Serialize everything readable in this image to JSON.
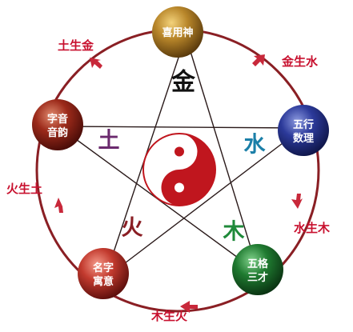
{
  "colors": {
    "ring": "#8a1f24",
    "arrow": "#c8283a",
    "relation_text": "#c8102e",
    "star_lines": "#2a1a1a"
  },
  "nodes": {
    "top": {
      "line1": "喜用神",
      "line2": ""
    },
    "right": {
      "line1": "五行",
      "line2": "数理"
    },
    "bottom_right": {
      "line1": "五格",
      "line2": "三才"
    },
    "bottom_left": {
      "line1": "名字",
      "line2": "寓意"
    },
    "left": {
      "line1": "字音",
      "line2": "音韵"
    }
  },
  "elements": {
    "metal": {
      "char": "金",
      "color": "#111111"
    },
    "water": {
      "char": "水",
      "color": "#1b7fa8"
    },
    "wood": {
      "char": "木",
      "color": "#1f8a3a"
    },
    "fire": {
      "char": "火",
      "color": "#8a1e24"
    },
    "earth": {
      "char": "土",
      "color": "#6b2a6e"
    }
  },
  "relations": {
    "earth_metal": "土生金",
    "metal_water": "金生水",
    "water_wood": "水生木",
    "wood_fire": "木生火",
    "fire_earth": "火生土"
  },
  "center": {
    "icon": "yin-yang-icon"
  }
}
